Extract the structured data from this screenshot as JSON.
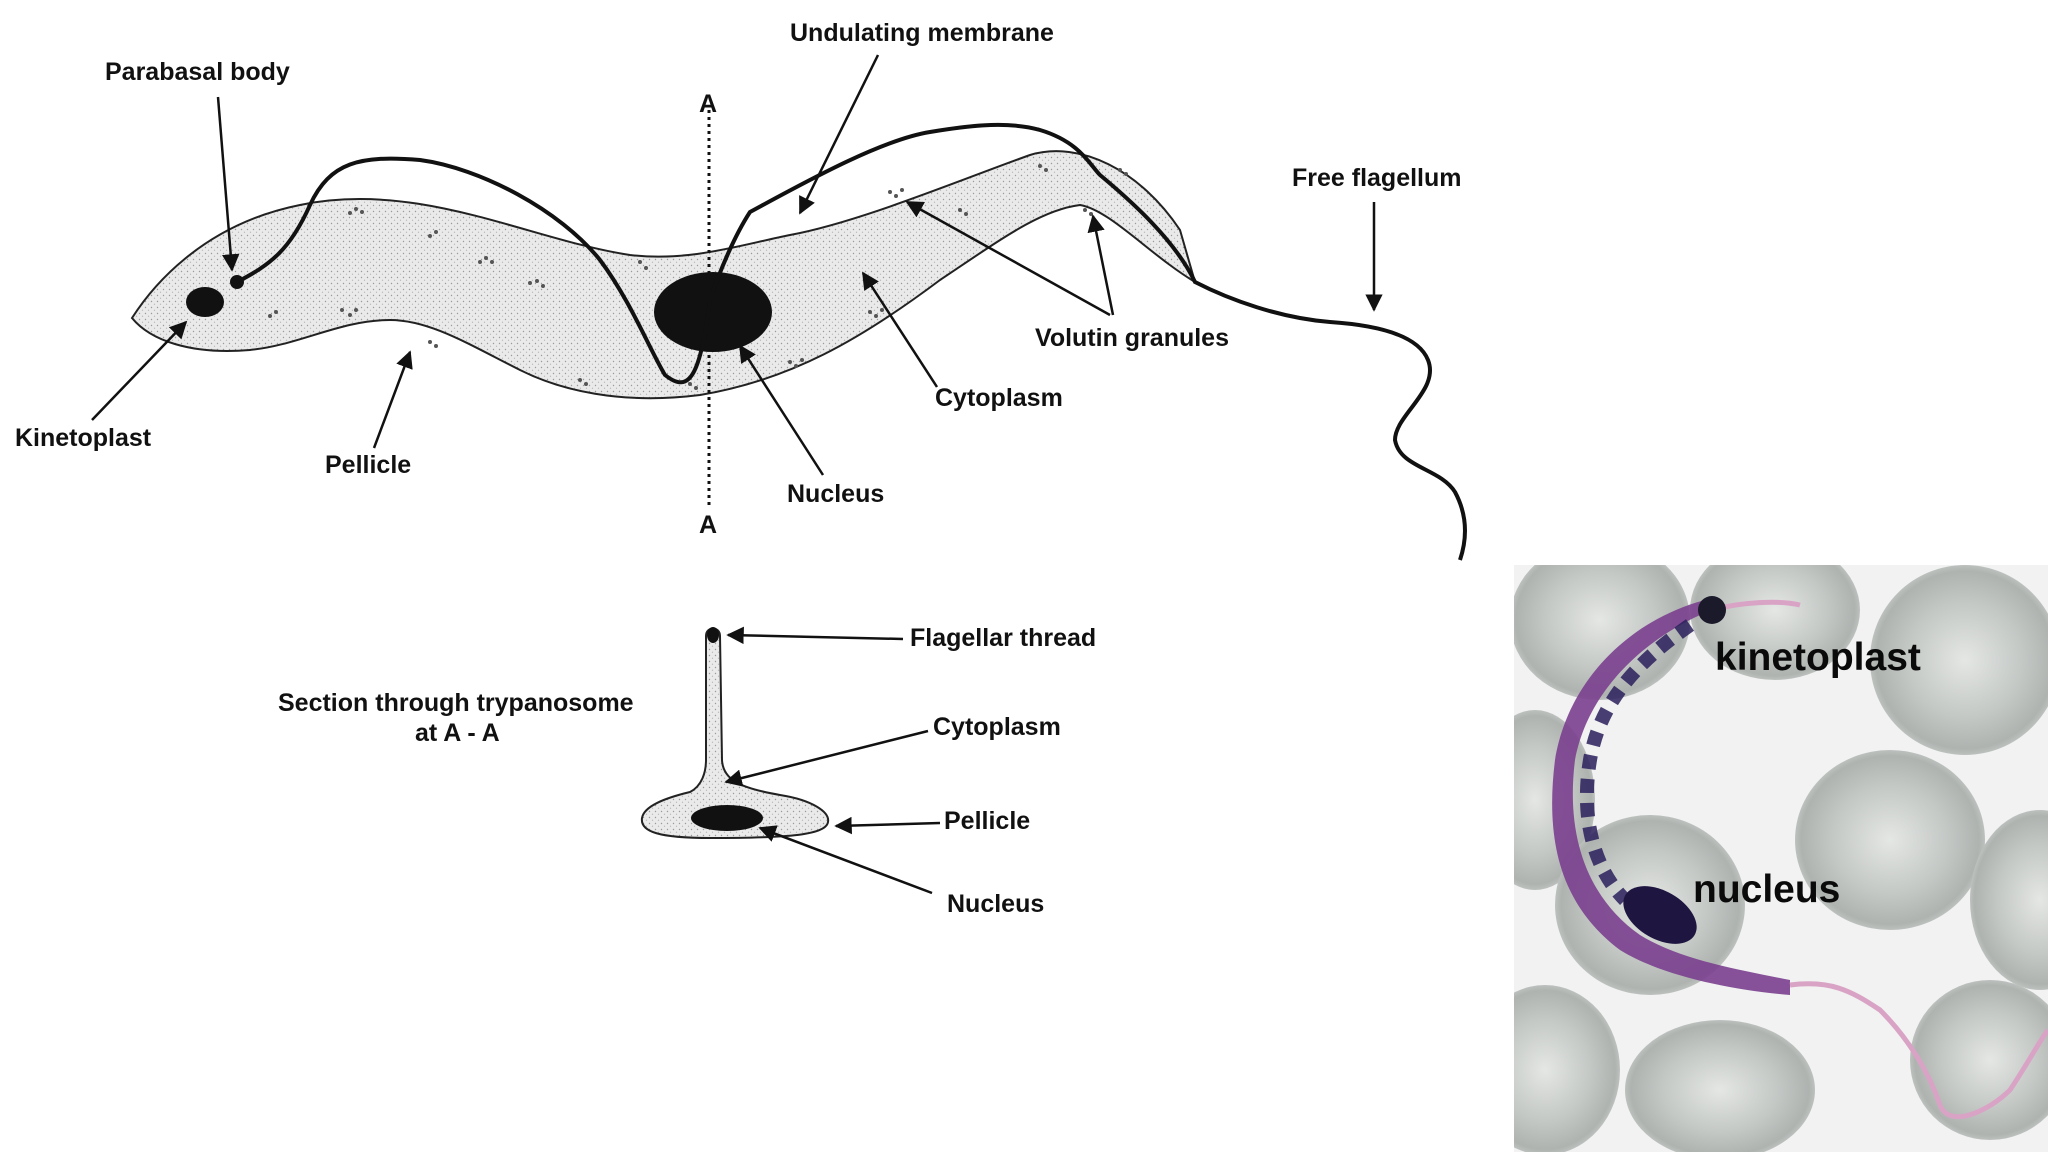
{
  "diagram": {
    "labels": {
      "parabasal_body": "Parabasal body",
      "undulating_membrane": "Undulating membrane",
      "free_flagellum": "Free flagellum",
      "kinetoplast": "Kinetoplast",
      "pellicle": "Pellicle",
      "nucleus": "Nucleus",
      "cytoplasm": "Cytoplasm",
      "volutin_granules": "Volutin granules",
      "section_a_top": "A",
      "section_a_bottom": "A"
    },
    "section": {
      "caption_line1": "Section through trypanosome",
      "caption_line2": "at A - A",
      "flagellar_thread": "Flagellar thread",
      "cytoplasm": "Cytoplasm",
      "pellicle": "Pellicle",
      "nucleus": "Nucleus"
    }
  },
  "photo": {
    "kinetoplast_label": "kinetoplast",
    "nucleus_label": "nucleus"
  },
  "colors": {
    "cell_fill": "#e6e6e6",
    "outline": "#111111",
    "photo_bg": "#f1f2f1",
    "blood_cell": "#c9cdca",
    "parasite_body": "#7a3f8e",
    "parasite_dark": "#1e1540",
    "flagellum_pink": "#d9a3c6"
  }
}
